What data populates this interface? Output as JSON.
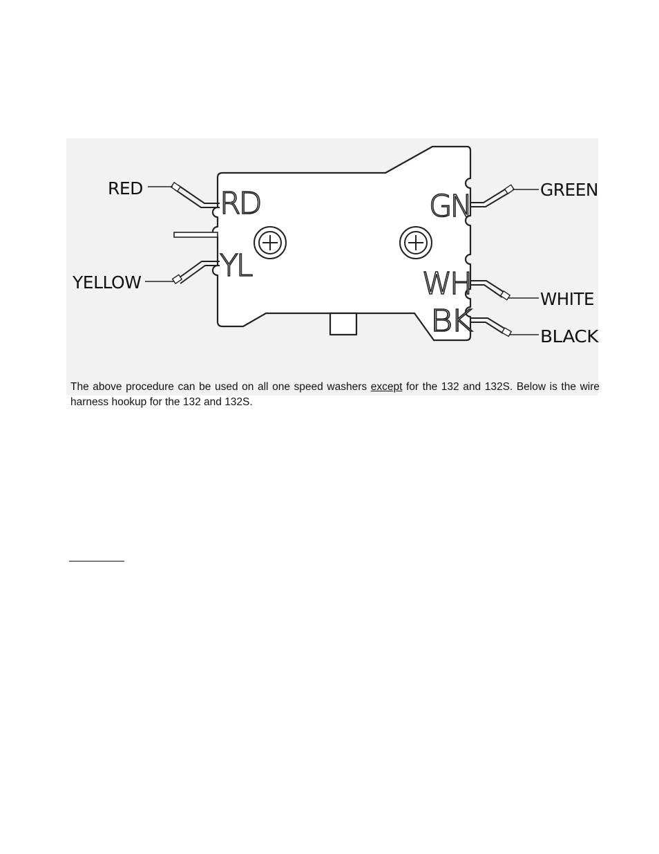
{
  "diagram": {
    "left_callouts": {
      "red": "RED",
      "yellow": "YELLOW"
    },
    "right_callouts": {
      "green": "GREEN",
      "white": "WHITE",
      "black": "BLACK"
    },
    "pin_codes": {
      "rd": "RD",
      "yl": "YL",
      "gn": "GN",
      "wh": "WH",
      "bk": "BK"
    }
  },
  "caption": {
    "before_except": "The above procedure can be used on all one speed washers ",
    "except": "except",
    "after_except": " for the 132 and 132S. Below is the wire harness hookup for the 132 and 132S."
  }
}
